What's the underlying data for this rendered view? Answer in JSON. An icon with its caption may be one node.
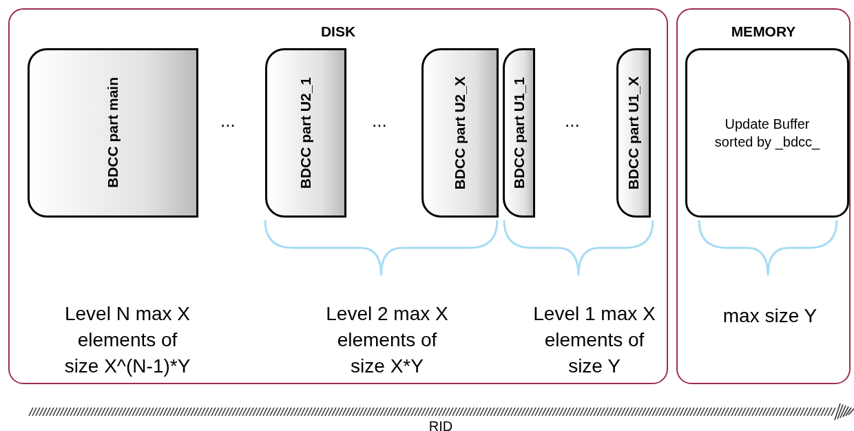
{
  "diagram": {
    "nodes": [
      {
        "text": [
          "DISK"
        ]
      },
      {
        "text": [
          "BDCC part main"
        ],
        "in": 0
      },
      {
        "text": [
          "BDCC part U2_1"
        ],
        "in": 0
      },
      {
        "text": [
          "BDCC part U2_X"
        ],
        "in": 0
      },
      {
        "text": [
          "BDCC part U1_1"
        ],
        "in": 0
      },
      {
        "text": [
          "BDCC part U1_X"
        ],
        "in": 0
      },
      {
        "text": [
          "MEMORY"
        ]
      },
      {
        "text": [
          "Update Buffer sorted by _bdcc_"
        ],
        "in": 6
      }
    ],
    "labels": [
      "...",
      "...",
      "...",
      "Level N max X elements of size X^(N-1)*Y",
      "Level 2 max X elements of size X*Y",
      "Level 1 max X elements of size Y",
      "max size Y",
      "RID"
    ]
  }
}
